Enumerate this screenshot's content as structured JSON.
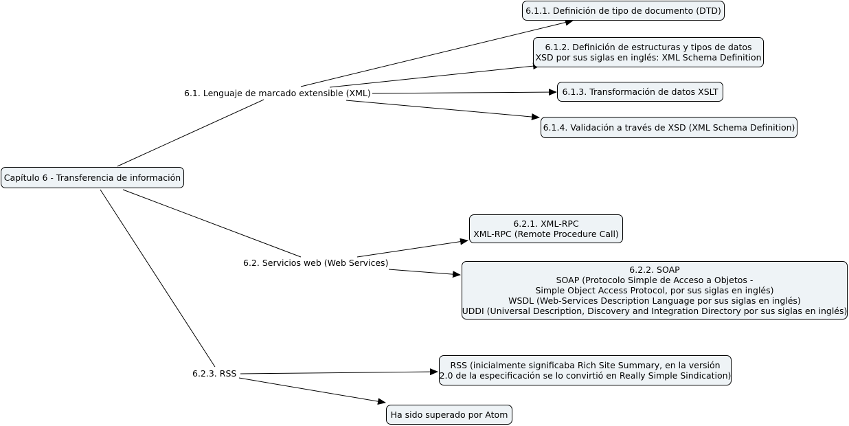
{
  "root": {
    "label": "Capítulo 6 - Transferencia de información"
  },
  "branches": {
    "xml": {
      "label": "6.1. Lenguaje de marcado extensible (XML)"
    },
    "ws": {
      "label": "6.2. Servicios web (Web Services)"
    },
    "rss": {
      "label": "6.2.3. RSS"
    }
  },
  "concepts": {
    "dtd": {
      "lines": [
        "6.1.1. Definición de tipo de documento (DTD)"
      ]
    },
    "xsd": {
      "lines": [
        "6.1.2. Definición de estructuras y tipos de datos",
        "XSD por sus siglas en inglés: XML Schema Definition"
      ]
    },
    "xslt": {
      "lines": [
        "6.1.3. Transformación de datos XSLT"
      ]
    },
    "validacion": {
      "lines": [
        "6.1.4. Validación a través de XSD (XML Schema Definition)"
      ]
    },
    "xmlrpc": {
      "lines": [
        "6.2.1. XML-RPC",
        "XML-RPC (Remote Procedure Call)"
      ]
    },
    "soap": {
      "lines": [
        "6.2.2. SOAP",
        "SOAP (Protocolo Simple de Acceso a Objetos -",
        "Simple Object Access Protocol, por sus siglas en inglés)",
        "WSDL (Web-Services Description Language por sus siglas en inglés)",
        "UDDI (Universal Description, Discovery and Integration Directory por sus siglas en inglés)"
      ]
    },
    "rss_desc": {
      "lines": [
        "RSS (inicialmente significaba Rich Site Summary, en la versión",
        "2.0 de la especificación se lo convirtió en Really Simple Sindication)"
      ]
    },
    "atom": {
      "lines": [
        "Ha sido superado por Atom"
      ]
    }
  },
  "colors": {
    "node_fill": "#eef3f6",
    "stroke": "#000000"
  }
}
